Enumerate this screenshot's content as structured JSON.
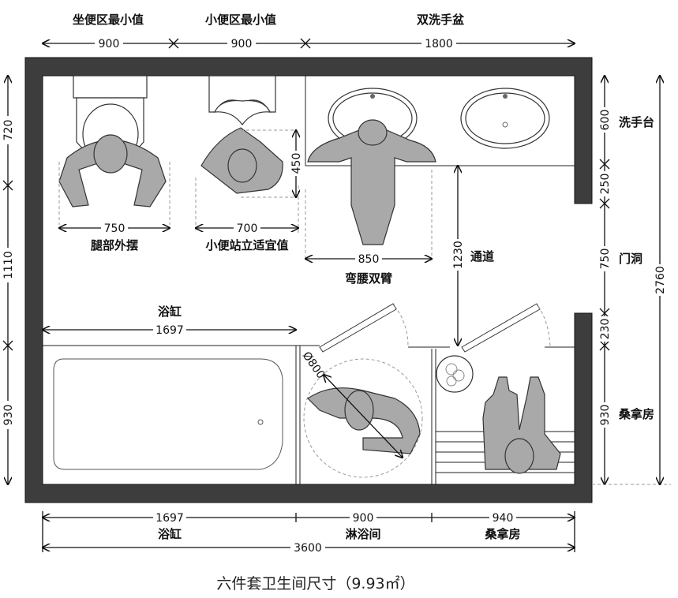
{
  "top": {
    "headings": [
      "坐便区最小值",
      "小便区最小值",
      "双洗手盆"
    ],
    "dims": [
      "900",
      "900",
      "1800"
    ]
  },
  "left": {
    "dims": [
      "720",
      "1110",
      "930"
    ]
  },
  "right": {
    "dims": [
      "600",
      "250",
      "750",
      "230",
      "930"
    ],
    "labels": [
      "洗手台",
      "门洞",
      "桑拿房"
    ],
    "total": "2760"
  },
  "interior": {
    "toilet_dim": "750",
    "toilet_label": "腿部外摆",
    "urinal_width_dim": "700",
    "urinal_label": "小便站立适宜值",
    "urinal_depth_dim": "450",
    "basin_dim": "850",
    "basin_label": "弯腰双臂",
    "aisle_dim": "1230",
    "aisle_label": "通道",
    "tub_dim": "1697",
    "tub_label": "浴缸",
    "shower_circle": "Ø800"
  },
  "bottom": {
    "dims": [
      "1697",
      "900",
      "940"
    ],
    "labels": [
      "浴缸",
      "淋浴间",
      "桑拿房"
    ],
    "total": "3600"
  },
  "caption": "六件套卫生间尺寸（9.93㎡）"
}
